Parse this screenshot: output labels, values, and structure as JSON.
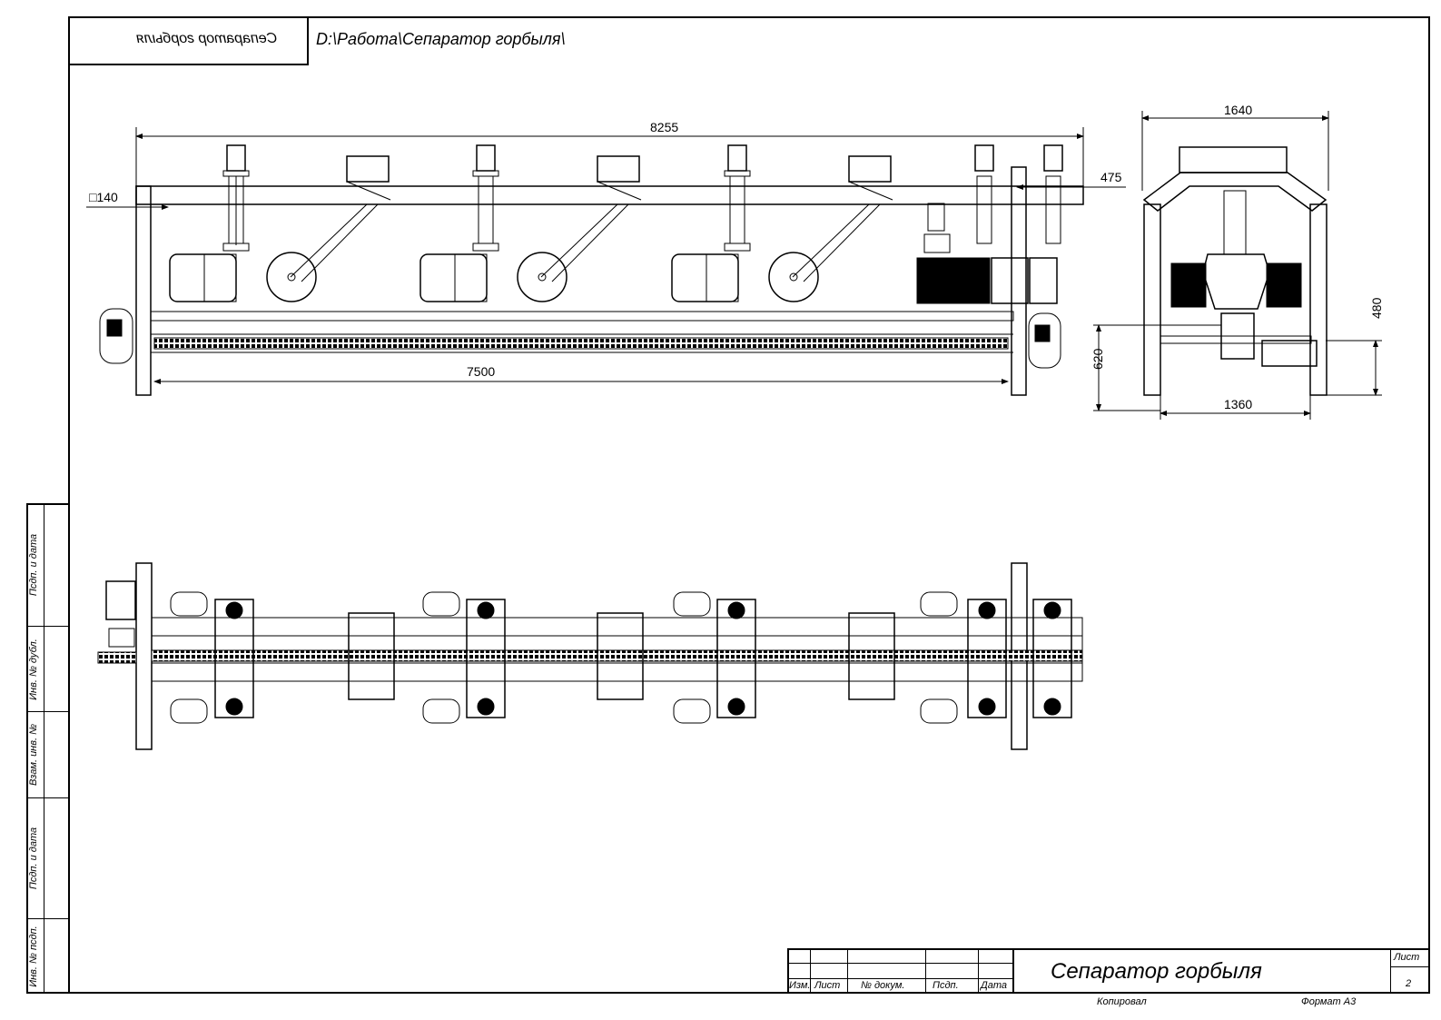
{
  "header": {
    "mirrored_title": "Сепаратор горбыля",
    "path": "D:\\Работа\\Сепаратор горбыля\\"
  },
  "dimensions": {
    "overall_length": "8255",
    "beam_section": "□140",
    "frame_length": "7500",
    "side_offset": "475",
    "end_width_top": "1640",
    "end_width_bottom": "1360",
    "height_upper": "480",
    "height_lower": "620"
  },
  "side_stamp": {
    "labels": [
      "Пcдп. и дата",
      "Инв. № дубл.",
      "Взам. инв. №",
      "Пcдп. и дата",
      "Инв. № пcдп."
    ]
  },
  "title_block": {
    "title": "Сепаратор горбыля",
    "sheet_label": "Лист",
    "sheet_number": "2",
    "columns": [
      "Изм.",
      "Лист",
      "№ докум.",
      "Пcдп.",
      "Дата"
    ],
    "copied": "Копировал",
    "format": "Формат A3"
  }
}
